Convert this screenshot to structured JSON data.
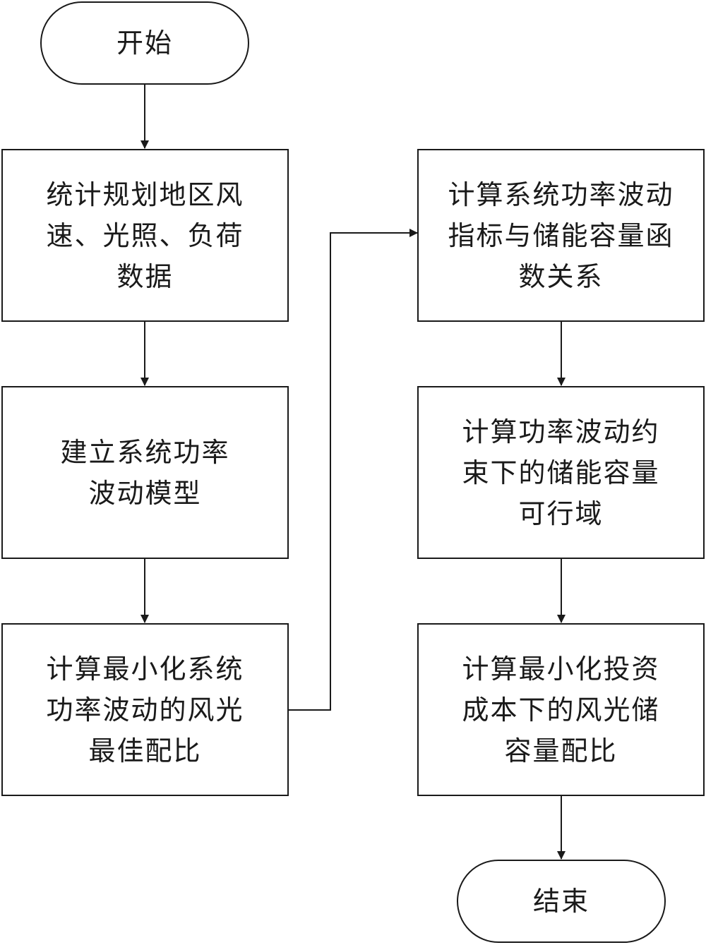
{
  "flowchart": {
    "start": {
      "label": "开始"
    },
    "end": {
      "label": "结束"
    },
    "left_column": [
      {
        "id": "step-collect-data",
        "lines": [
          "统计规划地区风",
          "速、光照、负荷",
          "数据"
        ]
      },
      {
        "id": "step-build-model",
        "lines": [
          "建立系统功率",
          "波动模型"
        ]
      },
      {
        "id": "step-optimal-ratio",
        "lines": [
          "计算最小化系统",
          "功率波动的风光",
          "最佳配比"
        ]
      }
    ],
    "right_column": [
      {
        "id": "step-function-relation",
        "lines": [
          "计算系统功率波动",
          "指标与储能容量函",
          "数关系"
        ]
      },
      {
        "id": "step-feasible-domain",
        "lines": [
          "计算功率波动约",
          "束下的储能容量",
          "可行域"
        ]
      },
      {
        "id": "step-cost-ratio",
        "lines": [
          "计算最小化投资",
          "成本下的风光储",
          "容量配比"
        ]
      }
    ]
  }
}
